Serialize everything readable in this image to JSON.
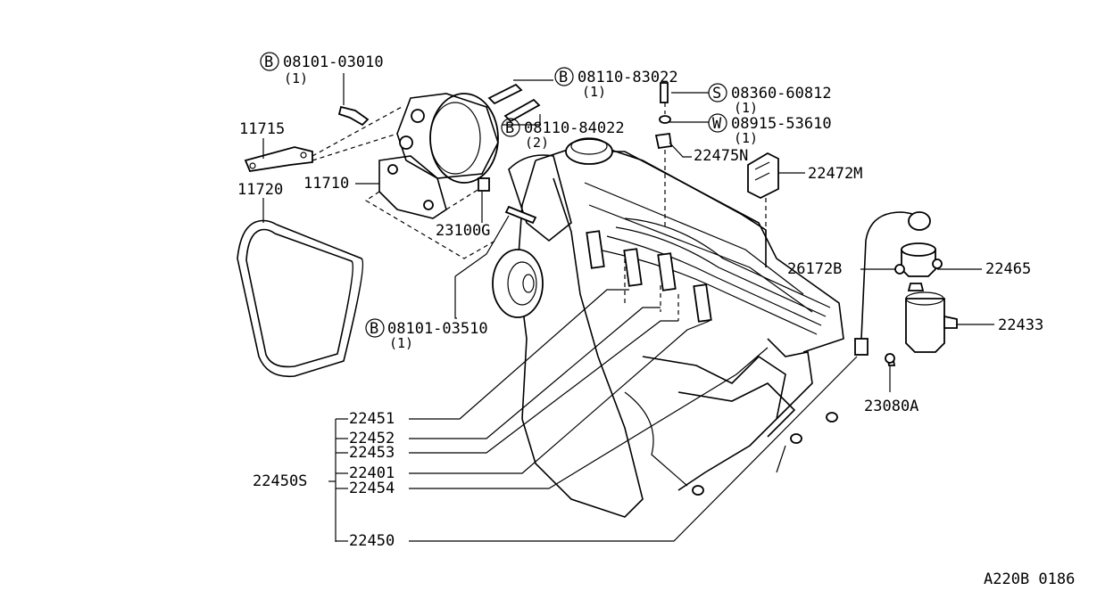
{
  "diagram_id": "A220B 0186",
  "callouts": {
    "b_08101_03010": {
      "prefix": "B",
      "number": "08101-03010",
      "qty": "(1)"
    },
    "b_08110_83022": {
      "prefix": "B",
      "number": "08110-83022",
      "qty": "(1)"
    },
    "s_08360_60812": {
      "prefix": "S",
      "number": "08360-60812",
      "qty": "(1)"
    },
    "b_08110_84022": {
      "prefix": "B",
      "number": "08110-84022",
      "qty": "(2)"
    },
    "w_08915_53610": {
      "prefix": "W",
      "number": "08915-53610",
      "qty": "(1)"
    },
    "b_08101_03510": {
      "prefix": "B",
      "number": "08101-03510",
      "qty": "(1)"
    }
  },
  "parts": {
    "p11715": "11715",
    "p11720": "11720",
    "p11710": "11710",
    "p23100g": "23100G",
    "p22475n": "22475N",
    "p22472m": "22472M",
    "p26172b": "26172B",
    "p22465": "22465",
    "p22433": "22433",
    "p23080a": "23080A"
  },
  "harness": {
    "set_label": "22450S",
    "items": [
      "22451",
      "22452",
      "22453",
      "22401",
      "22454",
      "22450"
    ]
  }
}
